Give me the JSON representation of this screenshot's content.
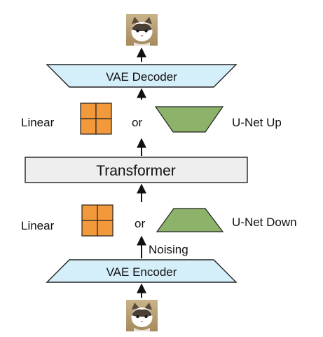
{
  "diagram": {
    "top_image": {
      "icon": "cat-photo-icon"
    },
    "bottom_image": {
      "icon": "cat-photo-icon"
    },
    "vae_decoder": {
      "label": "VAE Decoder",
      "color": "#d4eefa"
    },
    "vae_encoder": {
      "label": "VAE Encoder",
      "color": "#d4eefa"
    },
    "transformer": {
      "label": "Transformer",
      "color": "#eeeeee"
    },
    "upper_branch": {
      "left_label": "Linear",
      "or_label": "or",
      "right_label": "U-Net Up",
      "grid_color": "#f2993c",
      "trapezoid_color": "#8db36a"
    },
    "lower_branch": {
      "left_label": "Linear",
      "or_label": "or",
      "right_label": "U-Net Down",
      "grid_color": "#f2993c",
      "trapezoid_color": "#8db36a"
    },
    "noising_label": "Noising"
  }
}
